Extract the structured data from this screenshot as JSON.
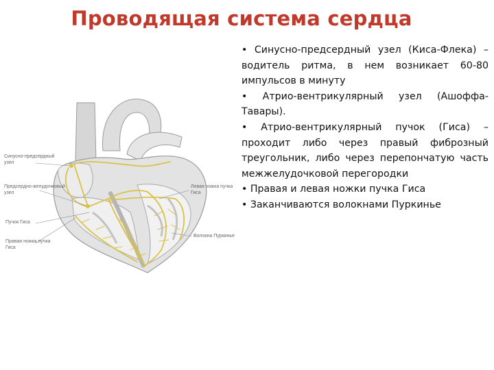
{
  "slide": {
    "title": "Проводящая система сердца",
    "bullets": [
      "• Синусно-предсердный узел (Киса-Флека) – водитель ритма, в нем возникает 60-80 импульсов в минуту",
      "• Атрио-вентрикулярный узел (Ашоффа-Тавары).",
      "• Атрио-вентрикулярный пучок (Гиса) – проходит либо через правый фиброзный треугольник, либо через перепончатую часть межжелудочковой перегородки",
      "• Правая и левая ножки пучка Гиса",
      "• Заканчиваются волокнами Пуркинье"
    ]
  },
  "figure": {
    "labels_left": [
      "Синусно-предсердный\nузел",
      "Предсердно-желудочковый\nузел",
      "Пучок Гиса",
      "Правая ножка пучка\nГиса"
    ],
    "labels_right": [
      "Левая ножка пучка\nГиса",
      "Волокна Пуркинье"
    ],
    "colors": {
      "title": "#c0392b",
      "conduction": "#d9c24a",
      "heart_fill": "#e3e3e3",
      "heart_stroke": "#9a9a9a"
    }
  }
}
